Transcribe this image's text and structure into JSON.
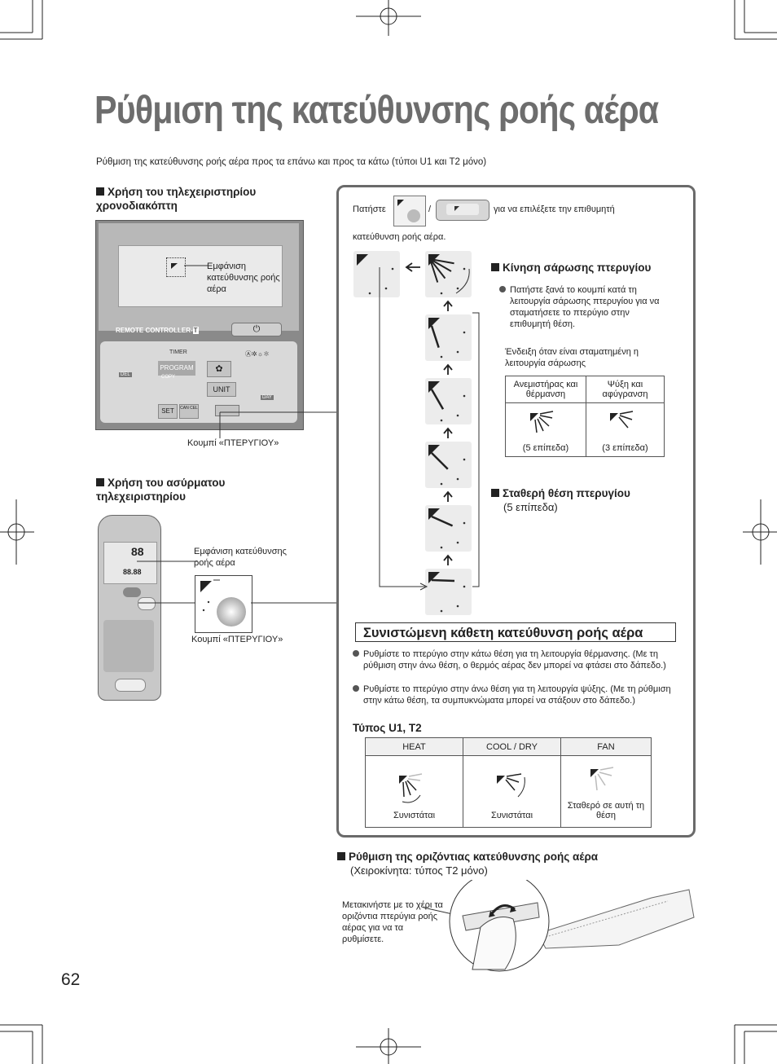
{
  "title": "Ρύθμιση της κατεύθυνσης ροής αέρα",
  "intro": "Ρύθμιση της κατεύθυνσης ροής αέρα προς τα επάνω και προς τα κάτω (τύποι U1 και T2 μόνο)",
  "timer_remote": {
    "heading": "Χρήση του τηλεχειριστηρίου χρονοδιακόπτη",
    "display_callout": "Εμφάνιση κατεύθυνσης ροής αέρα",
    "button_callout": "Κουμπί «ΠΤΕΡΥΓΙΟΥ»",
    "brand_label": "REMOTE CONTROLLER-",
    "brand_badge": "T",
    "keys": {
      "timer": "TIMER",
      "program": "PROGRAM",
      "copy": "COPY",
      "unit": "UNIT",
      "set": "SET",
      "cancel": "CAN CEL",
      "day": "DAY",
      "del": "DEL",
      "fan_icon": "✿",
      "mode_icons": "Ⓐ✲☼✽"
    }
  },
  "wireless_remote": {
    "heading": "Χρήση του ασύρματου τηλεχειριστηρίου",
    "display_callout": "Εμφάνιση κατεύθυνσης ροής αέρα",
    "button_callout": "Κουμπί «ΠΤΕΡΥΓΙΟΥ»",
    "lcd_digits": "88",
    "lcd_digits2": "88.88"
  },
  "panel": {
    "press_prefix": "Πατήστε",
    "press_sep": "/",
    "press_suffix": "για να επιλέξετε την επιθυμητή",
    "press_line2": "κατεύθυνση ροής αέρα.",
    "swing_heading": "Κίνηση σάρωσης πτερυγίου",
    "swing_text": "Πατήστε ξανά το κουμπί κατά τη λειτουργία σάρωσης πτερυγίου για να σταματήσετε το πτερύγιο στην επιθυμητή θέση.",
    "stopped_note": "Ένδειξη όταν είναι σταματημένη η λειτουργία σάρωσης",
    "stopped_table": {
      "headers": [
        "Ανεμιστήρας και θέρμανση",
        "Ψύξη και αφύγρανση"
      ],
      "levels": [
        "(5 επίπεδα)",
        "(3 επίπεδα)"
      ]
    },
    "fixed_heading": "Σταθερή θέση πτερυγίου",
    "fixed_sub": "(5 επίπεδα)",
    "fixed_positions": [
      {
        "angle": 72
      },
      {
        "angle": 60
      },
      {
        "angle": 45
      },
      {
        "angle": 24
      },
      {
        "angle": 2
      }
    ],
    "recommended_title": "Συνιστώμενη κάθετη κατεύθυνση ροής αέρα",
    "bullets": [
      "Ρυθμίστε το πτερύγιο στην κάτω θέση για τη λειτουργία θέρμανσης. (Με τη ρύθμιση στην άνω θέση, ο θερμός αέρας δεν μπορεί να φτάσει στο δάπεδο.)",
      "Ρυθμίστε το πτερύγιο στην άνω θέση για τη λειτουργία ψύξης. (Με τη ρύθμιση στην κάτω θέση, τα συμπυκνώματα μπορεί να στάξουν στο δάπεδο.)"
    ],
    "type_label": "Τύπος U1, T2",
    "mode_table": {
      "headers": [
        "HEAT",
        "COOL / DRY",
        "FAN"
      ],
      "captions": [
        "Συνιστάται",
        "Συνιστάται",
        "Σταθερό σε αυτή τη θέση"
      ]
    }
  },
  "horizontal": {
    "heading": "Ρύθμιση της οριζόντιας κατεύθυνσης ροής αέρα",
    "sub": "(Χειροκίνητα: τύπος T2 μόνο)",
    "callout": "Μετακινήστε με το χέρι τα οριζόντια πτερύγια ροής αέρας για να τα ρυθμίσετε."
  },
  "page_number": "62",
  "colors": {
    "title": "#6d6d6d",
    "panel_border": "#6a6a6a",
    "tile": "#ececec"
  }
}
